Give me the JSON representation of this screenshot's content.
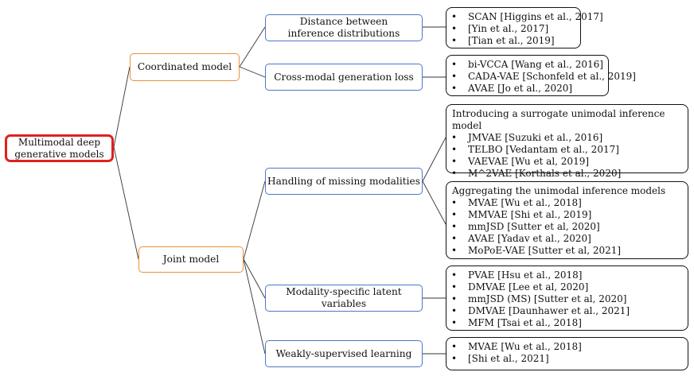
{
  "root": {
    "label_line1": "Multimodal deep",
    "label_line2": "generative models"
  },
  "level1": {
    "coordinated": "Coordinated model",
    "joint": "Joint model"
  },
  "level2": {
    "distance_line1": "Distance between",
    "distance_line2": "inference distributions",
    "cross_modal": "Cross-modal generation loss",
    "missing": "Handling of missing modalities",
    "modality_specific": "Modality-specific latent variables",
    "weakly": "Weakly-supervised learning"
  },
  "references": {
    "distance": [
      "SCAN [Higgins et al., 2017]",
      "[Yin et al., 2017]",
      "[Tian et al., 2019]"
    ],
    "cross_modal": [
      "bi-VCCA [Wang et al., 2016]",
      "CADA-VAE [Schonfeld et al., 2019]",
      "AVAE [Jo et al., 2020]"
    ],
    "surrogate": {
      "heading": "Introducing a surrogate unimodal inference model",
      "items": [
        "JMVAE [Suzuki et al., 2016]",
        "TELBO [Vedantam et al., 2017]",
        "VAEVAE [Wu et al, 2019]",
        "M^2VAE [Korthals et al., 2020]"
      ]
    },
    "aggregating": {
      "heading": "Aggregating the unimodal inference models",
      "items": [
        "MVAE [Wu et al., 2018]",
        "MMVAE [Shi et al., 2019]",
        "mmJSD [Sutter et al, 2020]",
        "AVAE [Yadav et al., 2020]",
        "MoPoE-VAE [Sutter et al, 2021]"
      ]
    },
    "modality_specific": [
      "PVAE [Hsu et al., 2018]",
      "DMVAE [Lee et al, 2020]",
      "mmJSD (MS) [Sutter et al, 2020]",
      "DMVAE [Daunhawer et al., 2021]",
      "MFM [Tsai et al., 2018]"
    ],
    "weakly": [
      "MVAE [Wu et al., 2018]",
      "[Shi et al., 2021]"
    ]
  },
  "bullet": "•"
}
